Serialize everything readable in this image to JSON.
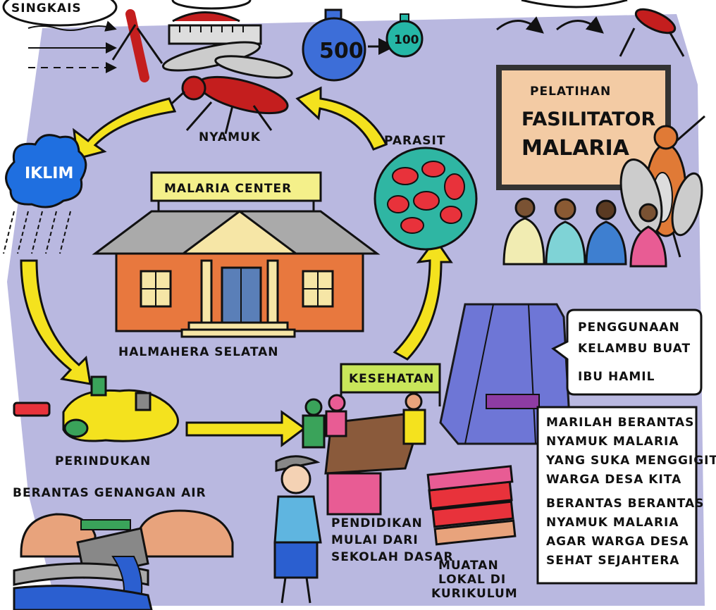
{
  "top_left_bubble": "SINGKAIS",
  "drop_count": {
    "large": "500",
    "small": "100"
  },
  "cycle": {
    "mosquito_label": "NYAMUK",
    "climate_label": "IKLIM",
    "parasite_label": "PARASIT",
    "breeding_label": "PERINDUKAN",
    "health_sign": "KESEHATAN"
  },
  "center": {
    "sign": "MALARIA CENTER",
    "place": "HALMAHERA SELATAN"
  },
  "training_board": {
    "line1": "PELATIHAN",
    "line2": "FASILITATOR",
    "line3": "MALARIA"
  },
  "net_bubble": [
    "PENGGUNAAN",
    "KELAMBU BUAT",
    "IBU HAMIL"
  ],
  "campaign_box": [
    "MARILAH BERANTAS",
    "NYAMUK MALARIA",
    "YANG SUKA MENGGIGIT",
    "WARGA DESA KITA",
    "BERANTAS BERANTAS",
    "NYAMUK MALARIA",
    "AGAR WARGA DESA",
    "SEHAT SEJAHTERA"
  ],
  "water_label": "BERANTAS GENANGAN AIR",
  "education_label": [
    "PENDIDIKAN",
    "MULAI DARI",
    "SEKOLAH DASAR"
  ],
  "curriculum_label": [
    "MUATAN",
    "LOKAL DI",
    "KURIKULUM"
  ]
}
